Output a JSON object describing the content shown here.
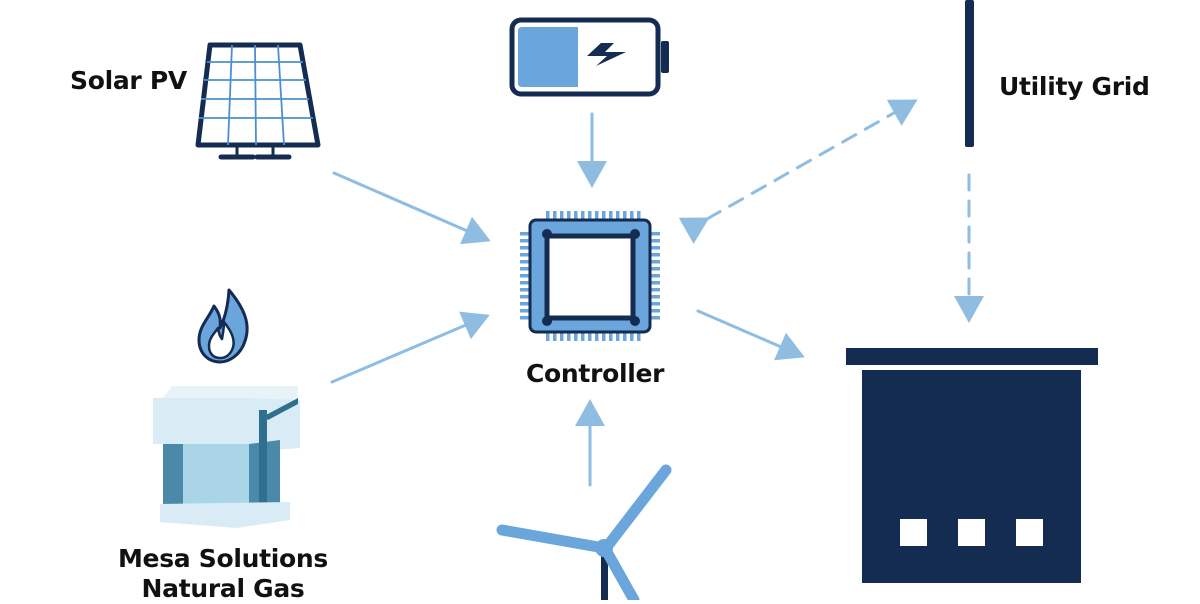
{
  "labels": {
    "solar_pv": "Solar PV",
    "utility_grid": "Utility Grid",
    "controller": "Controller",
    "natural_gas_line1": "Mesa Solutions",
    "natural_gas_line2": "Natural Gas"
  },
  "icons": {
    "solar": "solar-panel-icon",
    "battery": "battery-icon",
    "grid": "utility-pole-icon",
    "controller": "microchip-icon",
    "gas": "natural-gas-generator-icon",
    "flame": "flame-icon",
    "wind": "wind-turbine-icon",
    "facility": "facility-building-icon"
  },
  "colors": {
    "navy": "#152c52",
    "arrow_blue": "#8fbde2",
    "light_blue": "#6aa6dc",
    "pale_blue": "#d9ecf5",
    "mid_blue": "#92c8dd",
    "steel_blue": "#4a8aa8",
    "white": "#ffffff"
  }
}
